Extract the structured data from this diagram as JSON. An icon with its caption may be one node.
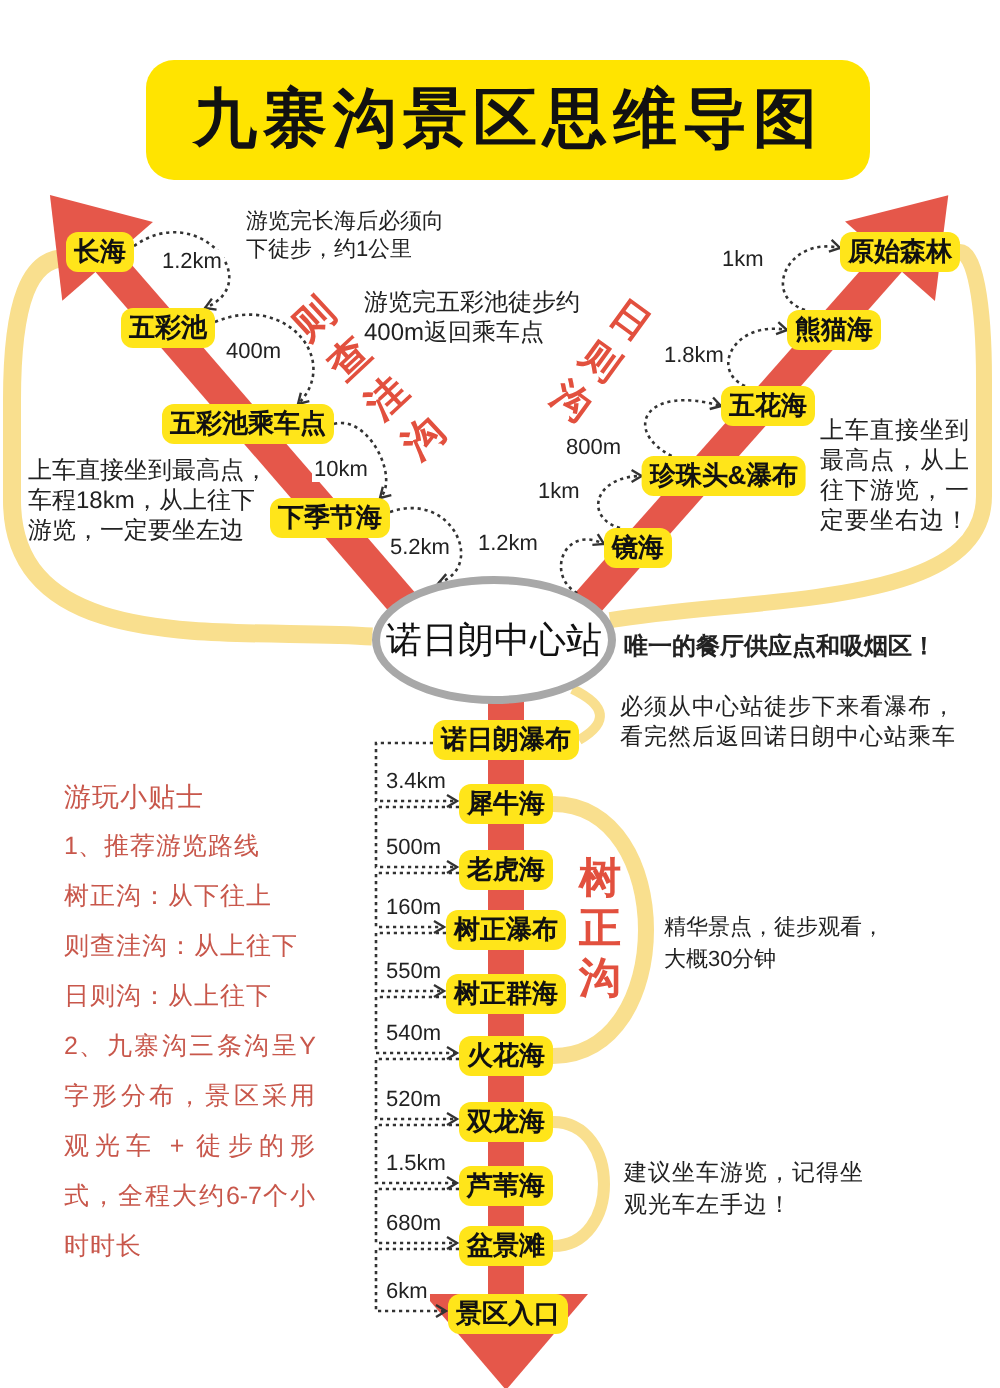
{
  "diagram": {
    "title": "九寨沟景区思维导图",
    "nodes": [
      {
        "text": [
          "长海"
        ]
      },
      {
        "text": [
          "原始森林"
        ]
      },
      {
        "text": [
          "五彩池"
        ]
      },
      {
        "text": [
          "熊猫海"
        ]
      },
      {
        "text": [
          "五彩池乘车点"
        ]
      },
      {
        "text": [
          "五花海"
        ]
      },
      {
        "text": [
          "珍珠头&瀑布"
        ]
      },
      {
        "text": [
          "下季节海"
        ]
      },
      {
        "text": [
          "镜海"
        ]
      },
      {
        "text": [
          "诺日朗中心站"
        ],
        "beside": [
          "唯一的餐厅供应点和吸烟区！"
        ]
      },
      {
        "text": [
          "诺日朗瀑布"
        ]
      },
      {
        "text": [
          "犀牛海"
        ]
      },
      {
        "text": [
          "老虎海"
        ]
      },
      {
        "text": [
          "树正瀑布"
        ]
      },
      {
        "text": [
          "树正群海"
        ]
      },
      {
        "text": [
          "火花海"
        ]
      },
      {
        "text": [
          "双龙海"
        ]
      },
      {
        "text": [
          "芦苇海"
        ]
      },
      {
        "text": [
          "盆景滩"
        ]
      },
      {
        "text": [
          "景区入口"
        ]
      }
    ],
    "edges": [
      {
        "from": 0,
        "to": 2,
        "arrow": "to",
        "label": "1.2km",
        "style": "dashed",
        "color": "#333333"
      },
      {
        "from": 2,
        "to": 4,
        "arrow": "to",
        "label": "400m",
        "style": "dashed",
        "color": "#333333"
      },
      {
        "from": 4,
        "to": 7,
        "arrow": "to",
        "label": "10km",
        "style": "dashed",
        "color": "#333333"
      },
      {
        "from": 7,
        "to": 9,
        "arrow": "to",
        "label": "5.2km",
        "style": "dashed",
        "color": "#333333"
      },
      {
        "from": 9,
        "to": 8,
        "arrow": "to",
        "label": "1.2km",
        "style": "dashed",
        "color": "#333333"
      },
      {
        "from": 8,
        "to": 6,
        "arrow": "to",
        "label": "1km",
        "style": "dashed",
        "color": "#333333"
      },
      {
        "from": 6,
        "to": 5,
        "arrow": "to",
        "label": "800m",
        "style": "dashed",
        "color": "#333333"
      },
      {
        "from": 5,
        "to": 3,
        "arrow": "to",
        "label": "1.8km",
        "style": "dashed",
        "color": "#333333"
      },
      {
        "from": 3,
        "to": 1,
        "arrow": "to",
        "label": "1km",
        "style": "dashed",
        "color": "#333333"
      },
      {
        "from": 10,
        "to": 11,
        "arrow": "to",
        "label": "3.4km",
        "style": "dashed",
        "color": "#333333"
      },
      {
        "from": 11,
        "to": 12,
        "arrow": "to",
        "label": "500m",
        "style": "dashed",
        "color": "#333333"
      },
      {
        "from": 12,
        "to": 13,
        "arrow": "to",
        "label": "160m",
        "style": "dashed",
        "color": "#333333"
      },
      {
        "from": 13,
        "to": 14,
        "arrow": "to",
        "label": "550m",
        "style": "dashed",
        "color": "#333333"
      },
      {
        "from": 14,
        "to": 15,
        "arrow": "to",
        "label": "540m",
        "style": "dashed",
        "color": "#333333"
      },
      {
        "from": 15,
        "to": 16,
        "arrow": "to",
        "label": "520m",
        "style": "dashed",
        "color": "#333333"
      },
      {
        "from": 16,
        "to": 17,
        "arrow": "to",
        "label": "1.5km",
        "style": "dashed",
        "color": "#333333"
      },
      {
        "from": 17,
        "to": 18,
        "arrow": "to",
        "label": "680m",
        "style": "dashed",
        "color": "#333333"
      },
      {
        "from": 18,
        "to": 19,
        "arrow": "to",
        "label": "6km",
        "style": "dashed",
        "color": "#333333"
      },
      {
        "from": 9,
        "to": 7,
        "arrow": "none",
        "style": "thick",
        "color": "#e5574a"
      },
      {
        "from": 7,
        "to": 4,
        "arrow": "none",
        "style": "thick",
        "color": "#e5574a"
      },
      {
        "from": 4,
        "to": 2,
        "arrow": "none",
        "style": "thick",
        "color": "#e5574a"
      },
      {
        "from": 2,
        "to": 0,
        "arrow": "to",
        "style": "thick",
        "color": "#e5574a"
      },
      {
        "from": 9,
        "to": 8,
        "arrow": "none",
        "style": "thick",
        "color": "#e5574a"
      },
      {
        "from": 8,
        "to": 6,
        "arrow": "none",
        "style": "thick",
        "color": "#e5574a"
      },
      {
        "from": 6,
        "to": 5,
        "arrow": "none",
        "style": "thick",
        "color": "#e5574a"
      },
      {
        "from": 5,
        "to": 3,
        "arrow": "none",
        "style": "thick",
        "color": "#e5574a"
      },
      {
        "from": 3,
        "to": 1,
        "arrow": "to",
        "style": "thick",
        "color": "#e5574a"
      },
      {
        "from": 9,
        "to": 10,
        "arrow": "none",
        "style": "thick",
        "color": "#e5574a"
      },
      {
        "from": 10,
        "to": 11,
        "arrow": "none",
        "style": "thick",
        "color": "#e5574a"
      },
      {
        "from": 11,
        "to": 12,
        "arrow": "none",
        "style": "thick",
        "color": "#e5574a"
      },
      {
        "from": 12,
        "to": 13,
        "arrow": "none",
        "style": "thick",
        "color": "#e5574a"
      },
      {
        "from": 13,
        "to": 14,
        "arrow": "none",
        "style": "thick",
        "color": "#e5574a"
      },
      {
        "from": 14,
        "to": 15,
        "arrow": "none",
        "style": "thick",
        "color": "#e5574a"
      },
      {
        "from": 15,
        "to": 16,
        "arrow": "none",
        "style": "thick",
        "color": "#e5574a"
      },
      {
        "from": 16,
        "to": 17,
        "arrow": "none",
        "style": "thick",
        "color": "#e5574a"
      },
      {
        "from": 17,
        "to": 18,
        "arrow": "none",
        "style": "thick",
        "color": "#e5574a"
      },
      {
        "from": 18,
        "to": 19,
        "arrow": "to",
        "style": "thick",
        "color": "#e5574a"
      },
      {
        "from": 9,
        "to": 0,
        "arrow": "none",
        "color": "#f9df8e"
      },
      {
        "from": 9,
        "to": 1,
        "arrow": "none",
        "color": "#f9df8e"
      },
      {
        "from": 9,
        "to": 10,
        "arrow": "none",
        "color": "#f9df8e"
      },
      {
        "from": 11,
        "to": 15,
        "arrow": "none",
        "color": "#f9df8e"
      },
      {
        "from": 16,
        "to": 18,
        "arrow": "none",
        "color": "#f9df8e"
      }
    ],
    "labels": [
      "游览完长海后必须向下徒步，约1公里",
      "游览完五彩池徒步约400m返回乘车点",
      "则查洼沟",
      "日则沟",
      "上车直接坐到最高点，从上往下游览，一定要坐右边！",
      "上车直接坐到最高点，车程18km，从上往下游览，一定要坐左边",
      "必须从中心站徒步下来看瀑布，看完然后返回诺日朗中心站乘车",
      "游玩小贴士",
      "1、推荐游览路线",
      "树正沟：从下往上",
      "则查洼沟：从上往下",
      "日则沟：从上往下",
      "2、九寨沟三条沟呈Y字形分布，景区采用观光车 + 徒步的形式，全程大约6-7个小时时长",
      "树正沟",
      "精华景点，徒步观看，大概30分钟",
      "建议坐车游览，记得坐观光车左手边！"
    ]
  }
}
